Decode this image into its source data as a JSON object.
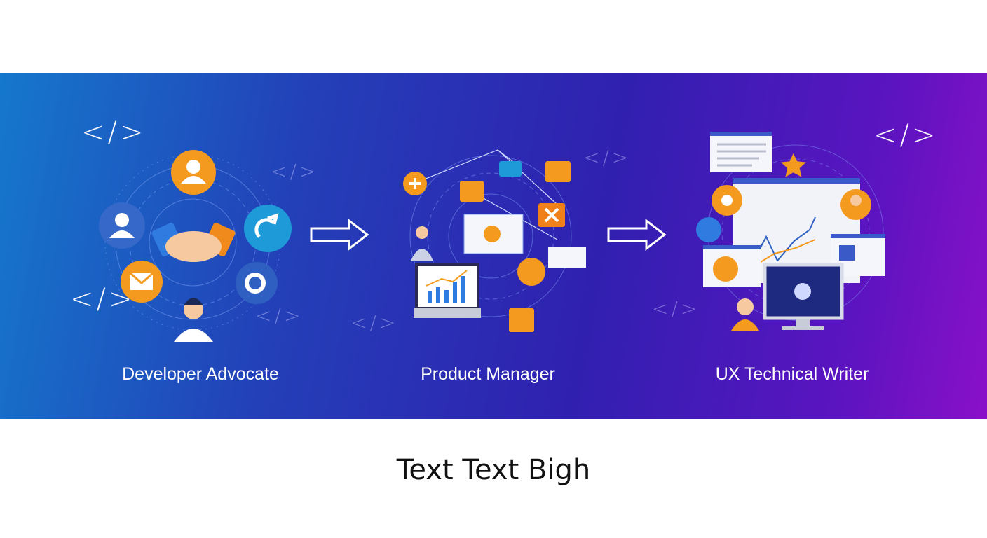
{
  "banner": {
    "colors": {
      "start": "#1578cc",
      "mid": "#3020b0",
      "end": "#8a10c8",
      "accent": "#f59a1e"
    },
    "code_symbol": "</>",
    "stages": [
      {
        "label": "Developer Advocate",
        "icon": "handshake-icon"
      },
      {
        "label": "Product Manager",
        "icon": "analytics-dashboard-icon"
      },
      {
        "label": "UX Technical Writer",
        "icon": "ui-documents-icon"
      }
    ],
    "arrow_icon": "arrow-right-icon"
  },
  "caption": "Text Text Bigh"
}
